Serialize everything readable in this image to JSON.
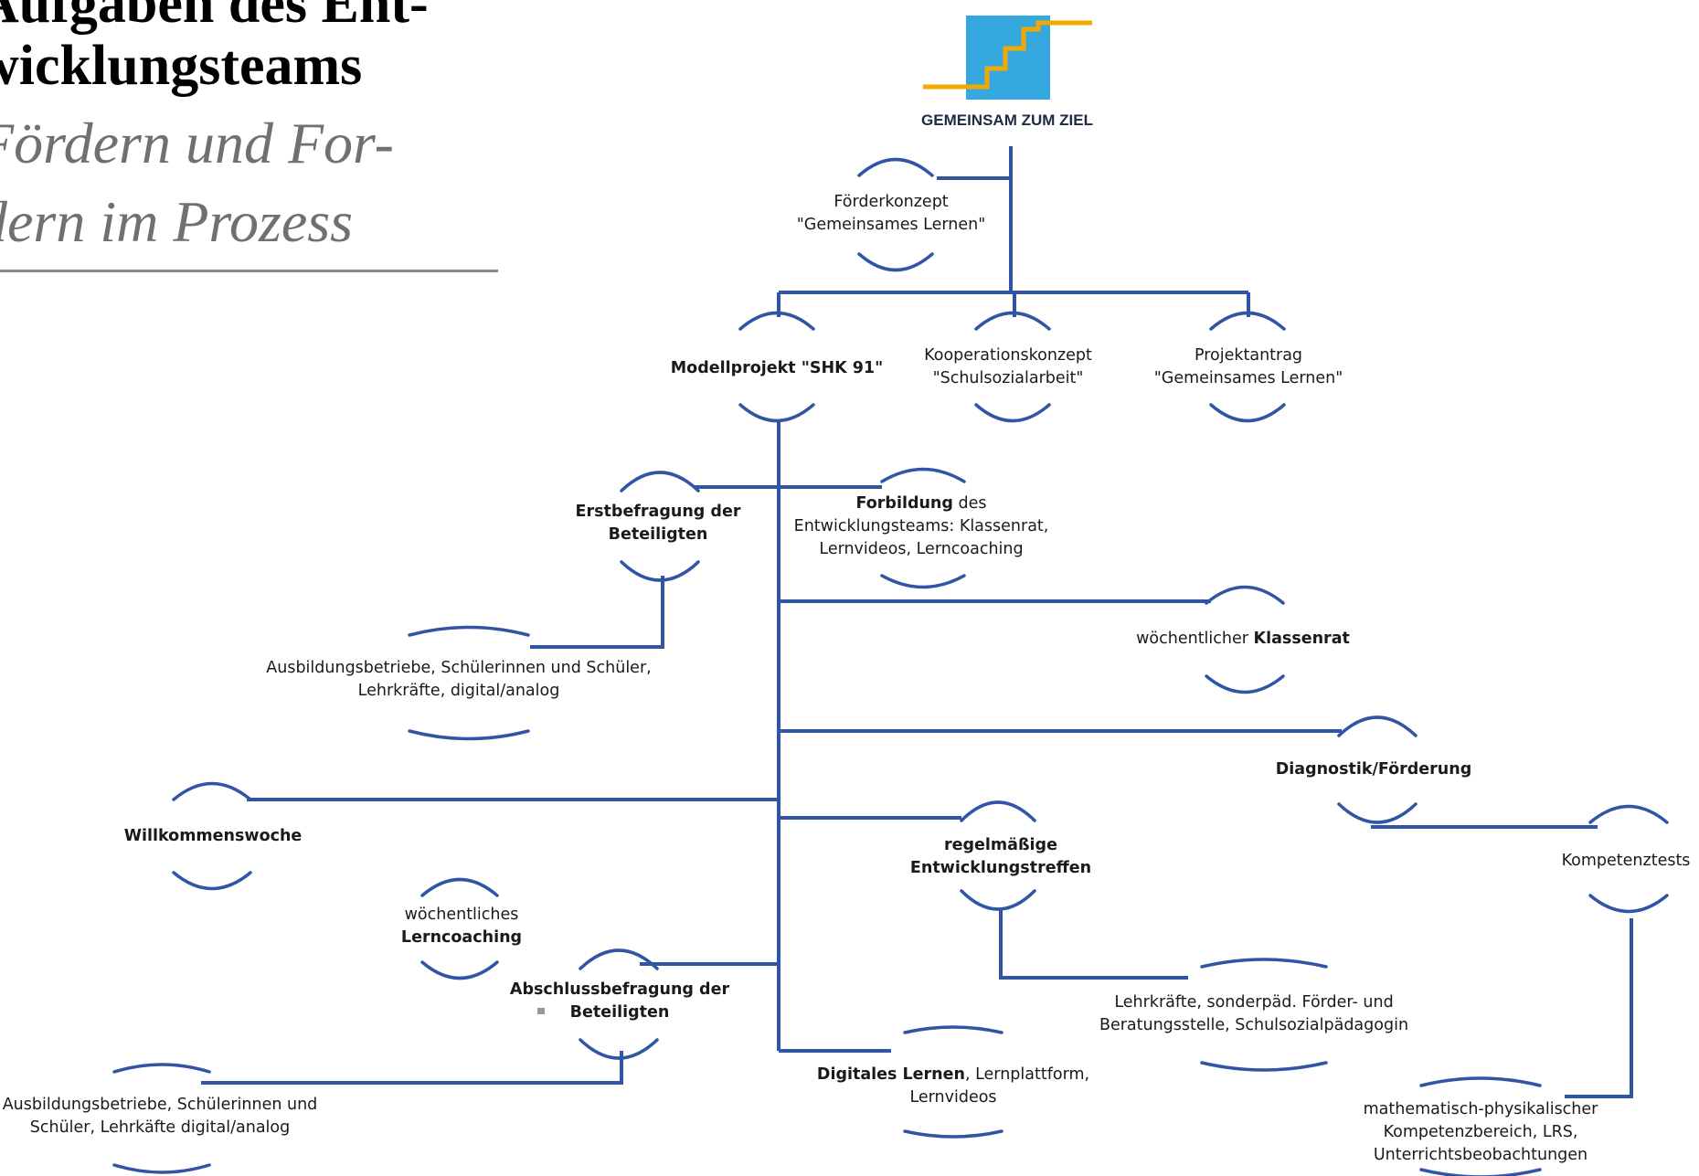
{
  "title": {
    "line1": "Aufgaben des Ent-",
    "line2": "wicklungsteams",
    "sub1": "Fördern und For-",
    "sub2": "dern im Prozess"
  },
  "logo": {
    "text": "GEMEINSAM ZUM ZIEL",
    "icon": "stairs-logo-icon",
    "colors": {
      "sky": "#35a8e0",
      "stairs": "#f2a900"
    }
  },
  "colors": {
    "connector": "#2f55a4",
    "rule": "#8a8a8a",
    "subtitle": "#707070"
  },
  "nodes": {
    "foerderkonzept": {
      "l1": "Förderkonzept",
      "l2": "\"Gemeinsames Lernen\""
    },
    "modellprojekt": {
      "l1": "Modellprojekt \"SHK 91\""
    },
    "kooperation": {
      "l1": "Kooperationskonzept",
      "l2": "\"Schulsozialarbeit\""
    },
    "projektantrag": {
      "l1": "Projektantrag",
      "l2": "\"Gemeinsames Lernen\""
    },
    "erstbefragung": {
      "l1": "Erstbefragung der",
      "l2": "Beteiligten"
    },
    "forbildung": {
      "l1_bold": "Forbildung",
      "l1_rest": " des",
      "l2": "Entwicklungsteams: Klassenrat,",
      "l3": "Lernvideos, Lerncoaching"
    },
    "ausbildung_top": {
      "l1": "Ausbildungsbetriebe, Schülerinnen und Schüler,",
      "l2": "Lehrkräfte, digital/analog"
    },
    "klassenrat": {
      "l1_rest": "wöchentlicher ",
      "l1_bold": "Klassenrat"
    },
    "diagnostik": {
      "l1": "Diagnostik/Förderung"
    },
    "willkommen": {
      "l1": "Willkommenswoche"
    },
    "entwicklungstreffen": {
      "l1": "regelmäßige",
      "l2": "Entwicklungstreffen"
    },
    "kompetenztests": {
      "l1": "Kompetenztests"
    },
    "lerncoaching": {
      "l1": "wöchentliches",
      "l2": "Lerncoaching"
    },
    "abschluss": {
      "l1": "Abschlussbefragung der",
      "l2": "Beteiligten"
    },
    "lehrkraefte": {
      "l1": "Lehrkräfte, sonderpäd. Förder- und",
      "l2": "Beratungsstelle, Schulsozialpädagogin"
    },
    "digitales": {
      "l1_bold": "Digitales Lernen",
      "l1_rest": ", Lernplattform,",
      "l2": "Lernvideos"
    },
    "ausbildung_bottom": {
      "l1": "Ausbildungsbetriebe, Schülerinnen und",
      "l2": "Schüler, Lehrkäfte digital/analog"
    },
    "mathematisch": {
      "l1": "mathematisch-physikalischer",
      "l2": "Kompetenzbereich, LRS,",
      "l3": "Unterrichtsbeobachtungen"
    }
  }
}
